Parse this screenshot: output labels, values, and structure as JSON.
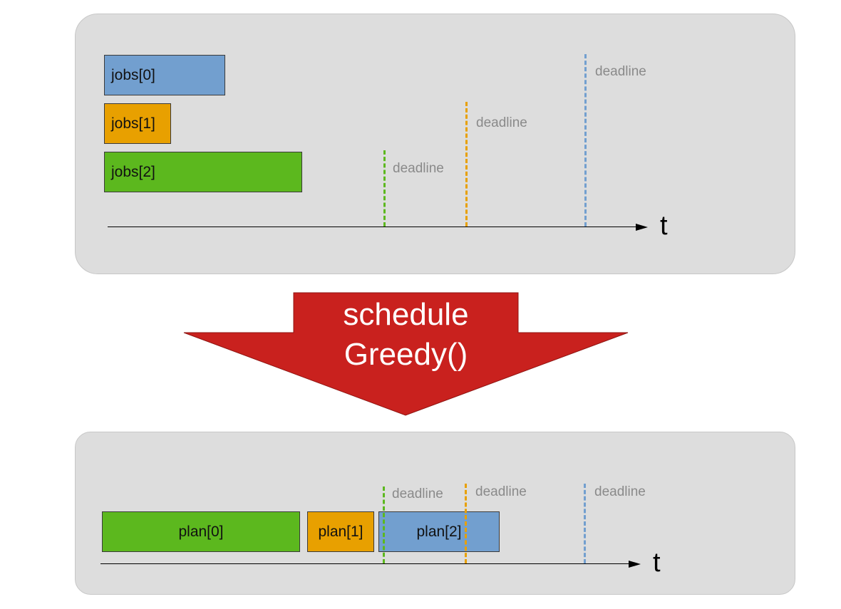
{
  "colors": {
    "blue": "#729fcf",
    "orange": "#e8a000",
    "green": "#5cb81e",
    "red_arrow": "#c9211e",
    "panel_bg": "#dddddd"
  },
  "top_panel": {
    "jobs": [
      {
        "label": "jobs[0]",
        "color": "blue"
      },
      {
        "label": "jobs[1]",
        "color": "orange"
      },
      {
        "label": "jobs[2]",
        "color": "green"
      }
    ],
    "deadlines": [
      {
        "label": "deadline",
        "color": "green"
      },
      {
        "label": "deadline",
        "color": "orange"
      },
      {
        "label": "deadline",
        "color": "blue"
      }
    ],
    "axis_label": "t"
  },
  "arrow": {
    "line1": "schedule",
    "line2": "Greedy()"
  },
  "bottom_panel": {
    "plans": [
      {
        "label": "plan[0]",
        "color": "green"
      },
      {
        "label": "plan[1]",
        "color": "orange"
      },
      {
        "label": "plan[2]",
        "color": "blue"
      }
    ],
    "deadlines": [
      {
        "label": "deadline",
        "color": "green"
      },
      {
        "label": "deadline",
        "color": "orange"
      },
      {
        "label": "deadline",
        "color": "blue"
      }
    ],
    "axis_label": "t"
  }
}
